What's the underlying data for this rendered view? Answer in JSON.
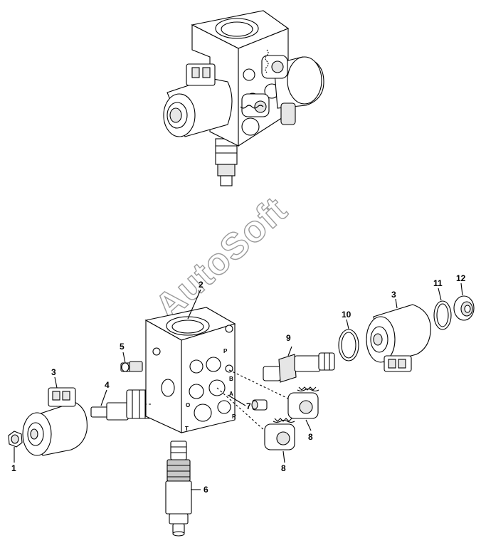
{
  "watermark": "AutoSoft",
  "callouts": {
    "c1": "1",
    "c2": "2",
    "c3a": "3",
    "c3b": "3",
    "c4": "4",
    "c5": "5",
    "c6": "6",
    "c7": "7",
    "c8a": "8",
    "c8b": "8",
    "c9": "9",
    "c10": "10",
    "c11": "11",
    "c12": "12"
  },
  "ports": {
    "P": "P",
    "B": "B",
    "A": "A",
    "R": "R",
    "T": "T",
    "O": "O"
  },
  "colors": {
    "line": "#000000",
    "shade": "#e6e6e6",
    "watermark": "#9a9a9a"
  }
}
